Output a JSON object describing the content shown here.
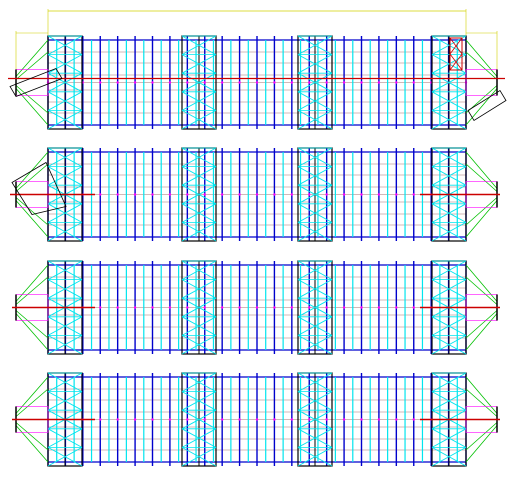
{
  "drawing": {
    "background": "#ffffff",
    "colors": {
      "frame": "#000000",
      "purlin": "#0000cc",
      "brace": "#00e5ee",
      "cable": "#00c000",
      "centerline": "#cc0000",
      "dimension": "#d0d000",
      "support": "#ff00ff",
      "member_light": "#c0a0a0"
    },
    "dimensions": {
      "overall": "",
      "left_end": "",
      "right_end": ""
    },
    "plans": [
      {
        "name": "plan-1",
        "variant": "deployed-tensioned"
      },
      {
        "name": "plan-2",
        "variant": "deployed-left"
      },
      {
        "name": "plan-3",
        "variant": "standard"
      },
      {
        "name": "plan-4",
        "variant": "standard"
      }
    ],
    "bay_count": 24
  }
}
